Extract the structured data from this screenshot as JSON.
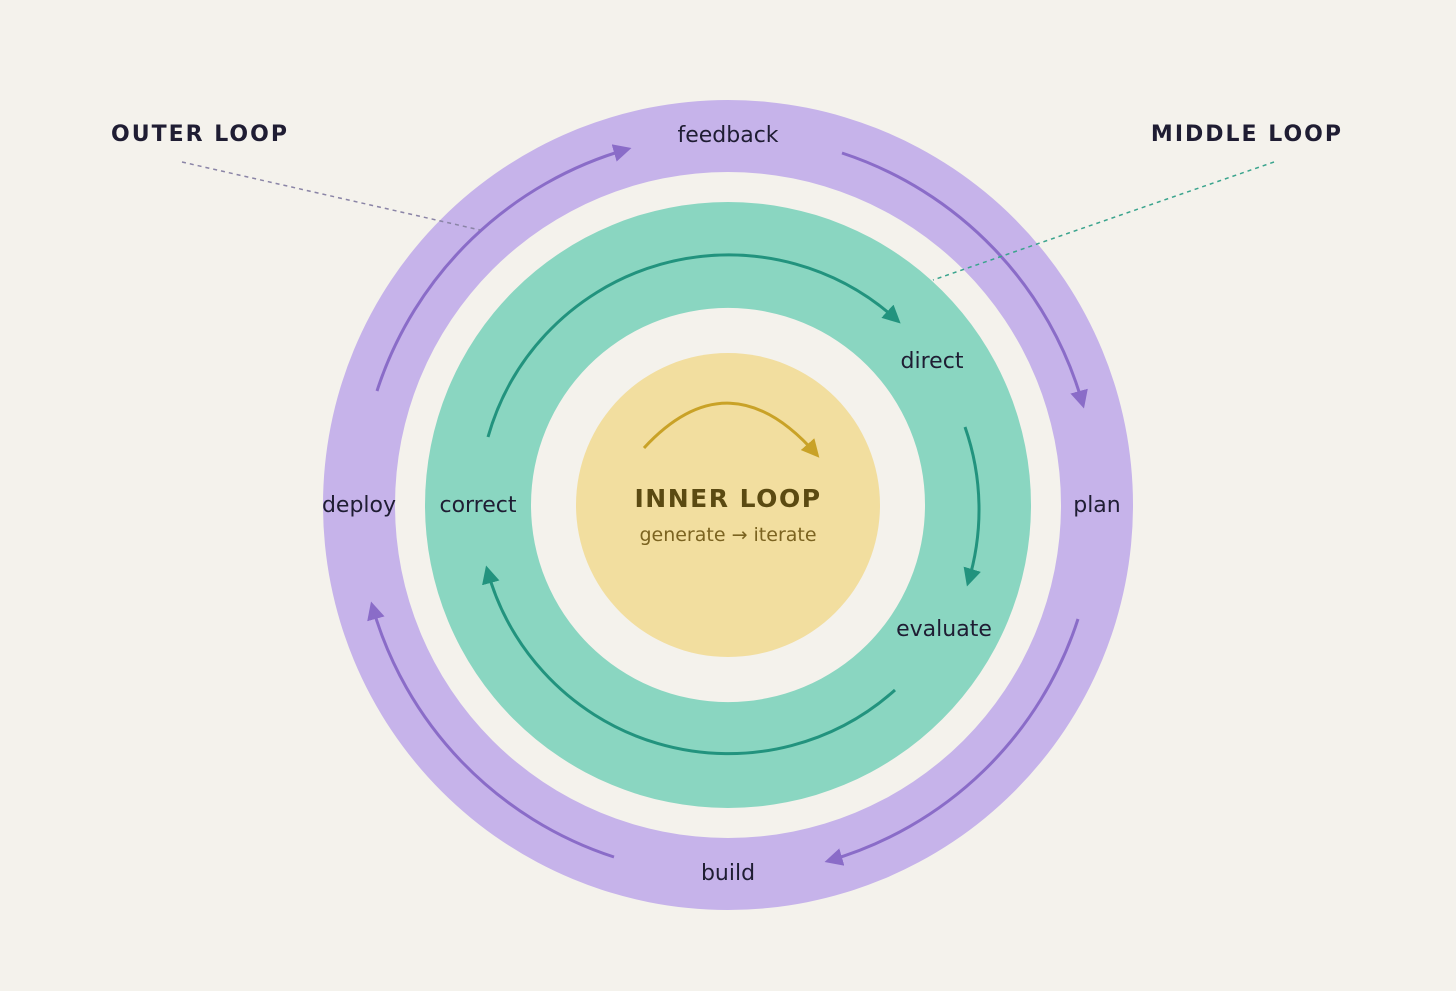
{
  "colors": {
    "background": "#f4f2ec",
    "outer_ring": "#c6b3ea",
    "outer_arrow": "#8a6cc8",
    "middle_ring": "#8ad6c1",
    "middle_arrow": "#22937e",
    "inner_circle": "#f2de9f",
    "inner_arrow": "#c9a227",
    "inner_text": "#5b4a12",
    "inner_sub_text": "#7b6320",
    "label_text": "#1f1d33"
  },
  "outer_loop": {
    "title": "OUTER LOOP",
    "labels": {
      "top": "feedback",
      "right": "plan",
      "bottom": "build",
      "left": "deploy"
    },
    "arrow_icon": "clockwise-arrow-icon"
  },
  "middle_loop": {
    "title": "MIDDLE LOOP",
    "labels": {
      "upper_right": "direct",
      "lower_right": "evaluate",
      "left": "correct"
    },
    "arrow_icon": "clockwise-arrow-icon"
  },
  "inner_loop": {
    "title": "INNER LOOP",
    "subtitle": "generate → iterate",
    "arrow_icon": "clockwise-arrow-icon"
  }
}
